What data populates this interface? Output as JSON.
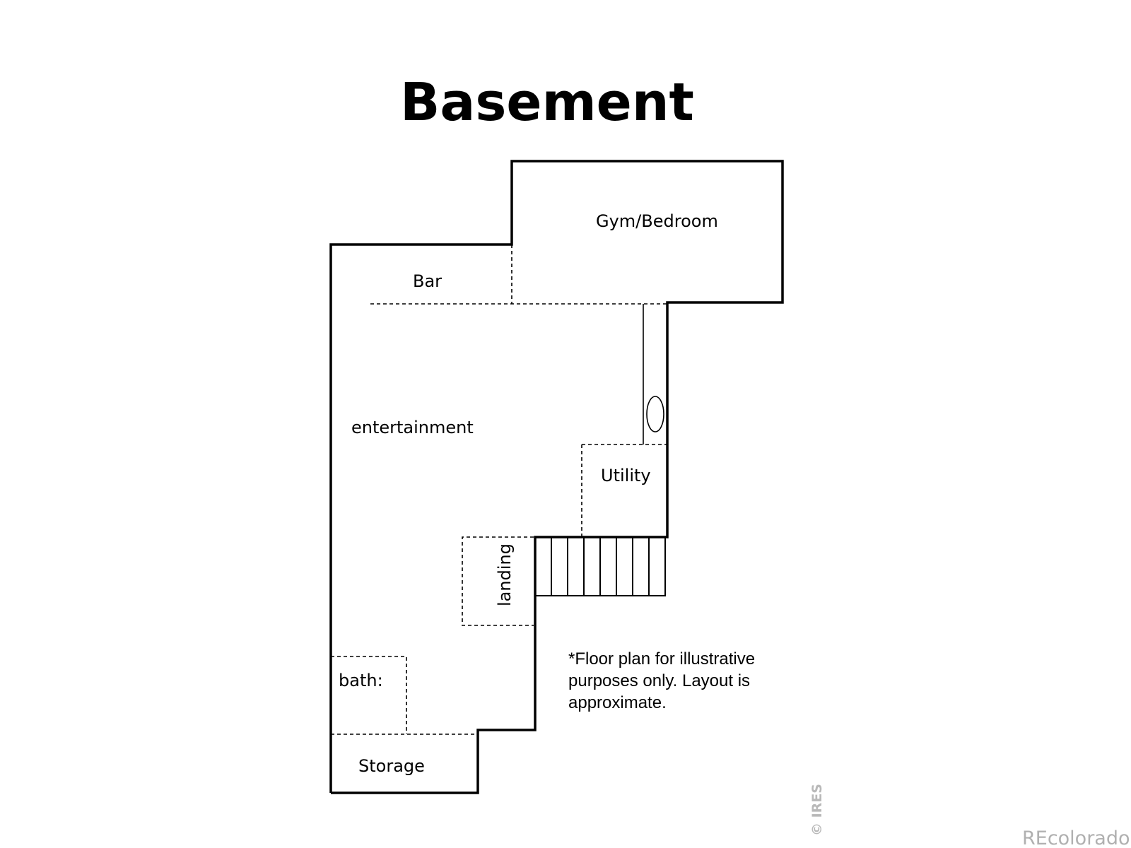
{
  "title": "Basement",
  "rooms": {
    "gym_bedroom": "Gym/Bedroom",
    "bar": "Bar",
    "entertainment": "entertainment",
    "utility": "Utility",
    "landing": "landing",
    "bath": "bath:",
    "storage": "Storage"
  },
  "note": {
    "line1": "*Floor plan for illustrative",
    "line2": "purposes only. Layout is",
    "line3": "approximate."
  },
  "copyright": "© IRES",
  "watermark": "REcolorado",
  "colors": {
    "background": "#ffffff",
    "ink": "#000000",
    "watermark": "#b0b0b0"
  }
}
